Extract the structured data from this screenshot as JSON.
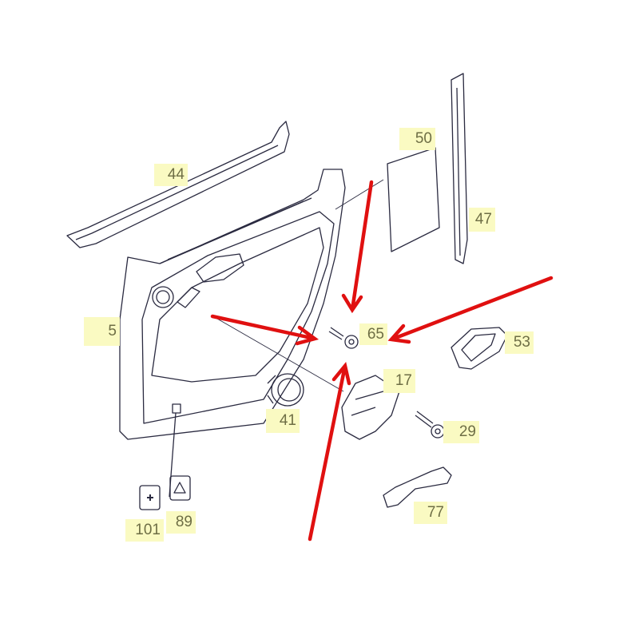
{
  "diagram": {
    "part_labels": {
      "p44": "44",
      "p50": "50",
      "p47": "47",
      "p5": "5",
      "p65": "65",
      "p53": "53",
      "p17": "17",
      "p41": "41",
      "p29": "29",
      "p101": "101",
      "p89": "89",
      "p77": "77"
    },
    "colors": {
      "line": "#2a2a40",
      "arrow": "#e01010",
      "label_bg": "#fafac2",
      "label_text": "#6e6e45"
    }
  }
}
